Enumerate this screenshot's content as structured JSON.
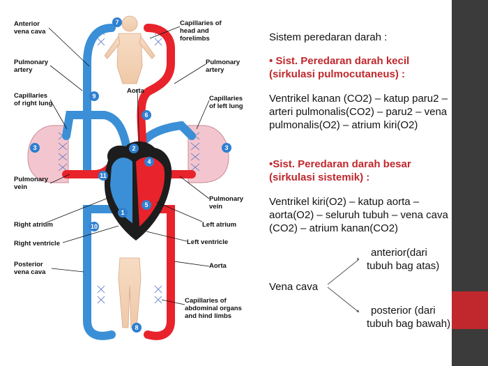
{
  "diagram": {
    "labels": {
      "anterior_vena_cava": [
        "Anterior",
        "vena cava"
      ],
      "capillaries_head": [
        "Capillaries of",
        "head and",
        "forelimbs"
      ],
      "pulmonary_artery_left": [
        "Pulmonary",
        "artery"
      ],
      "pulmonary_artery_right": [
        "Pulmonary",
        "artery"
      ],
      "capillaries_right_lung": [
        "Capillaries",
        "of right lung"
      ],
      "aorta_top": "Aorta",
      "capillaries_left_lung": [
        "Capillaries",
        "of left lung"
      ],
      "pulmonary_vein_left": [
        "Pulmonary",
        "vein"
      ],
      "pulmonary_vein_right": [
        "Pulmonary",
        "vein"
      ],
      "right_atrium": "Right atrium",
      "left_atrium": "Left atrium",
      "right_ventricle": "Right ventricle",
      "left_ventricle": "Left ventricle",
      "posterior_vena_cava": [
        "Posterior",
        "vena cava"
      ],
      "aorta_bottom": "Aorta",
      "capillaries_abdominal": [
        "Capillaries of",
        "abdominal organs",
        "and hind limbs"
      ]
    },
    "numbers": [
      "1",
      "2",
      "3",
      "3",
      "4",
      "5",
      "6",
      "7",
      "8",
      "9",
      "10",
      "11"
    ]
  },
  "text": {
    "heading": "Sistem peredaran darah :",
    "small_title": "• Sist. Peredaran darah kecil (sirkulasi pulmocutaneus) :",
    "small_body": "Ventrikel kanan (CO2) – katup paru2 – arteri pulmonalis(CO2) – paru2 – vena pulmonalis(O2) – atrium kiri(O2)",
    "big_title": "•Sist. Peredaran darah besar (sirkulasi sistemik) :",
    "big_body": "Ventrikel kiri(O2) – katup aorta – aorta(O2) – seluruh tubuh – vena cava (CO2) – atrium kanan(CO2)",
    "vena_cava": "Vena cava",
    "anterior": "anterior(dari tubuh bag atas)",
    "posterior": "posterior (dari tubuh bag bawah)"
  },
  "colors": {
    "oxygenated": "#e8232b",
    "deoxygenated": "#3b8fd6",
    "sidebar": "#3b3b3b",
    "accent": "#c0282d",
    "markers": "#2f7fd0"
  }
}
